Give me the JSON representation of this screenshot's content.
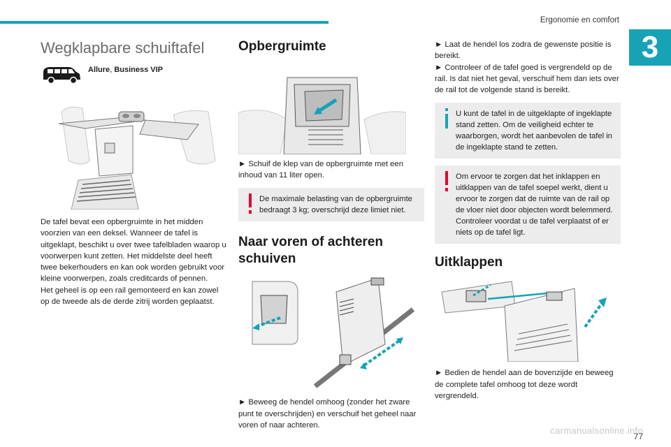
{
  "header": {
    "section": "Ergonomie en comfort",
    "chapter": "3"
  },
  "col1": {
    "title": "Wegklapbare schuiftafel",
    "trim_parts": [
      "Allure",
      ", ",
      "Business VIP"
    ],
    "paragraphs": [
      "De tafel bevat een opbergruimte in het midden voorzien van een deksel. Wanneer de tafel is uitgeklapt, beschikt u over twee tafelbladen waarop u voorwerpen kunt zetten. Het middelste deel heeft twee bekerhouders en kan ook worden gebruikt voor kleine voorwerpen, zoals creditcards of pennen.",
      "Het geheel is op een rail gemonteerd en kan zowel op de tweede als de derde zitrij worden geplaatst."
    ]
  },
  "col2": {
    "h_storage": "Opbergruimte",
    "step_storage": "► Schuif de klep van de opbergruimte met een inhoud van 11 liter open.",
    "warn_storage": "De maximale belasting van de opbergruimte bedraagt 3 kg; overschrijd deze limiet niet.",
    "h_slide": "Naar voren of achteren schuiven",
    "step_slide": "► Beweeg de hendel omhoog (zonder het zware punt te overschrijden) en verschuif het geheel naar voren of naar achteren."
  },
  "col3": {
    "step_release": "► Laat de hendel los zodra de gewenste positie is bereikt.",
    "step_check": "► Controleer of de tafel goed is vergrendeld op de rail. Is dat niet het geval, verschuif hem dan iets over de rail tot de volgende stand is bereikt.",
    "info_note": "U kunt de tafel in de uitgeklapte of ingeklapte stand zetten. Om de veiligheid echter te waarborgen, wordt het aanbevolen de tafel in de ingeklapte stand te zetten.",
    "warn_note": "Om ervoor te zorgen dat het inklappen en uitklappen van de tafel soepel werkt, dient u ervoor te zorgen dat de ruimte van de rail op de vloer niet door objecten wordt belemmerd. Controleer voordat u de tafel verplaatst of er niets op de tafel ligt.",
    "h_unfold": "Uitklappen",
    "step_unfold": "► Bedien de hendel aan de bovenzijde en beweeg de complete tafel omhoog tot deze wordt vergrendeld."
  },
  "footer": {
    "page": "77",
    "watermark": "carmanualsonline.info"
  },
  "colors": {
    "accent": "#16a3b6",
    "warning": "#e4032e",
    "info": "#16a3b6",
    "note_bg": "#ececec"
  }
}
